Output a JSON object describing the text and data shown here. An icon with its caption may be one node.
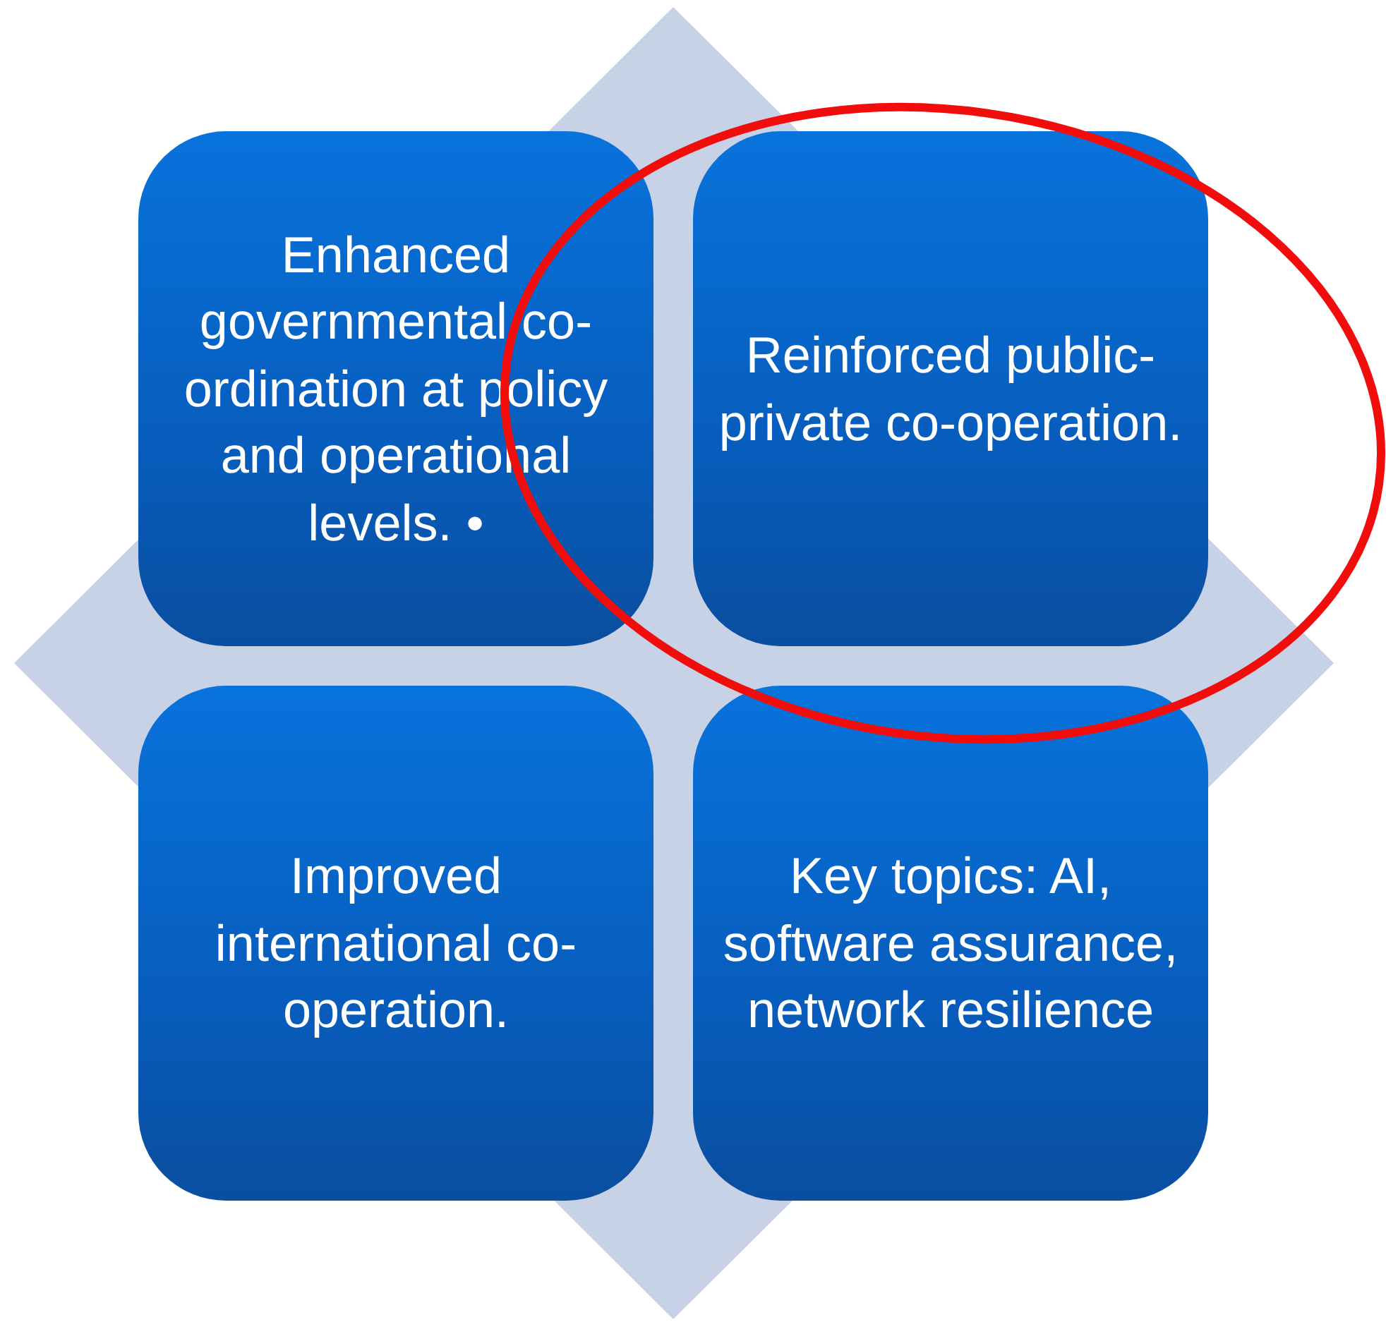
{
  "diagram": {
    "nodes": [
      {
        "text": [
          "Enhanced governmental co-ordination at policy and operational levels. •"
        ]
      },
      {
        "text": [
          "Reinforced public-private co-operation."
        ]
      },
      {
        "text": [
          "Improved international co-operation."
        ]
      },
      {
        "text": [
          "Key topics: AI, software assurance, network resilience"
        ]
      }
    ]
  }
}
